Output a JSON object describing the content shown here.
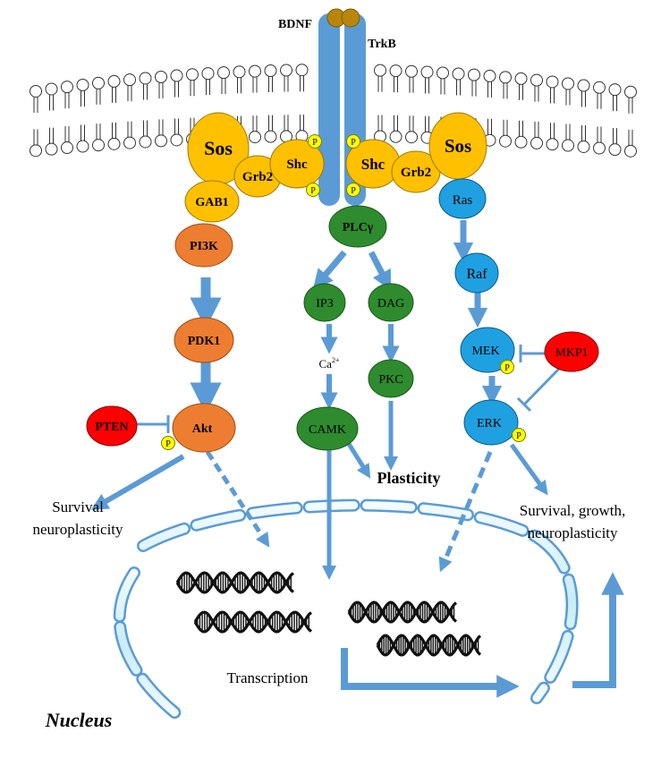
{
  "labels": {
    "bdnf": "BDNF",
    "trkb": "TrkB",
    "sos_left": "Sos",
    "sos_right": "Sos",
    "grb2_left": "Grb2",
    "grb2_right": "Grb2",
    "shc_left": "Shc",
    "shc_right": "Shc",
    "gab1": "GAB1",
    "pi3k": "PI3K",
    "pdk1": "PDK1",
    "akt": "Akt",
    "pten": "PTEN",
    "plcg": "PLCγ",
    "ip3": "IP3",
    "dag": "DAG",
    "ca_base": "Ca",
    "ca_sup": "2+",
    "pkc": "PKC",
    "camk": "CAMK",
    "ras": "Ras",
    "raf": "Raf",
    "mek": "MEK",
    "mkp1": "MKP1",
    "erk": "ERK",
    "phospho": "P",
    "plasticity": "Plasticity",
    "survival_left_1": "Survival",
    "survival_left_2": "neuroplasticity",
    "survival_right_1": "Survival, growth,",
    "survival_right_2": "neuroplasticity",
    "transcription": "Transcription",
    "nucleus": "Nucleus"
  },
  "colors": {
    "receptor": "#5b9bd5",
    "arrow": "#5b9bd5",
    "bdnf": "#b8860b",
    "adaptor": "#ffc000",
    "pi3k_pathway": "#ed7d31",
    "plc_pathway": "#2e8b2e",
    "mapk_pathway": "#1fa0e0",
    "inhibitor": "#ff0000",
    "phospho": "#ffff00",
    "nucleus_membrane": "#d6f0fa"
  }
}
